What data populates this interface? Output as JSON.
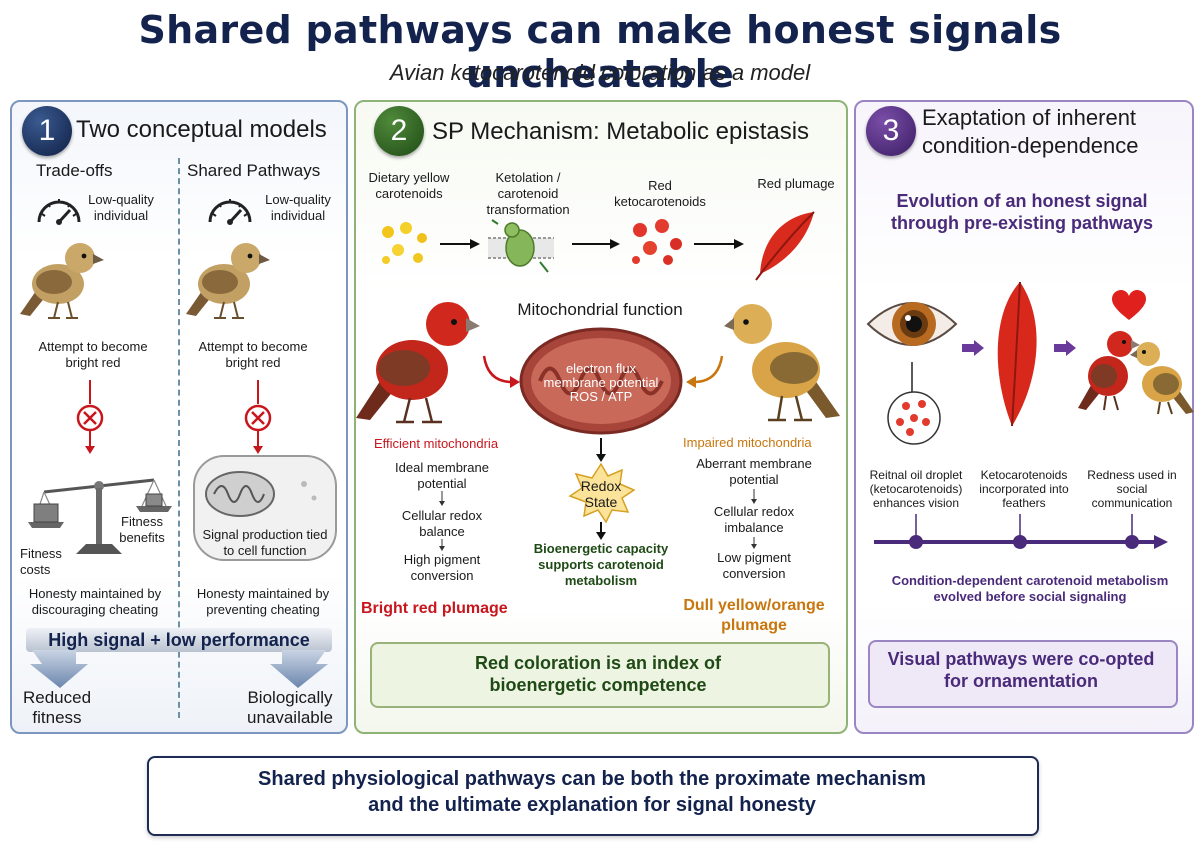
{
  "header": {
    "title": "Shared pathways can make honest signals uncheatable",
    "subtitle": "Avian ketocarotenoid coloration as a model"
  },
  "panel1": {
    "number": "1",
    "title": "Two conceptual models",
    "left_heading": "Trade-offs",
    "right_heading": "Shared Pathways",
    "low_quality_left": "Low-quality individual",
    "low_quality_right": "Low-quality individual",
    "attempt_left": "Attempt to become bright red",
    "attempt_right": "Attempt to become bright red",
    "fitness_costs": "Fitness costs",
    "fitness_benefits": "Fitness benefits",
    "signal_production": "Signal production tied to cell function",
    "honesty_left": "Honesty maintained by discouraging cheating",
    "honesty_right": "Honesty maintained by preventing cheating",
    "bar_label": "High signal + low performance",
    "outcome_left": "Reduced fitness",
    "outcome_right": "Biologically unavailable"
  },
  "panel2": {
    "number": "2",
    "title": "SP Mechanism: Metabolic epistasis",
    "step1": "Dietary yellow carotenoids",
    "step2": "Ketolation / carotenoid transformation",
    "step3": "Red ketocarotenoids",
    "step4": "Red plumage",
    "mito_title": "Mitochondrial function",
    "mito_line1": "electron flux",
    "mito_line2": "membrane potential",
    "mito_line3": "ROS / ATP",
    "efficient": "Efficient mitochondria",
    "impaired": "Impaired mitochondria",
    "left_chain": [
      "Ideal membrane potential",
      "Cellular redox balance",
      "High pigment conversion"
    ],
    "right_chain": [
      "Aberrant membrane potential",
      "Cellular redox imbalance",
      "Low pigment conversion"
    ],
    "redox": "Redox State",
    "bioenergetic": "Bioenergetic capacity supports carotenoid metabolism",
    "bright_red": "Bright red plumage",
    "dull": "Dull yellow/orange plumage",
    "conclusion": "Red coloration is an index of bioenergetic competence"
  },
  "panel3": {
    "number": "3",
    "title": "Exaptation of inherent condition-dependence",
    "evolution": "Evolution of an honest signal through pre-existing pathways",
    "tl1": "Reitnal oil droplet (ketocarotenoids) enhances vision",
    "tl2": "Ketocarotenoids incorporated into feathers",
    "tl3": "Redness used in social communication",
    "condition": "Condition-dependent carotenoid metabolism evolved before social signaling",
    "visual": "Visual pathways were co-opted for ornamentation"
  },
  "footer": {
    "text": "Shared physiological pathways can be both the proximate mechanism and the ultimate explanation for signal honesty"
  },
  "colors": {
    "navy": "#13234e",
    "green_dark": "#1f4a16",
    "purple_dark": "#4a2a7a",
    "red": "#c8161d",
    "orange": "#c8760e"
  }
}
